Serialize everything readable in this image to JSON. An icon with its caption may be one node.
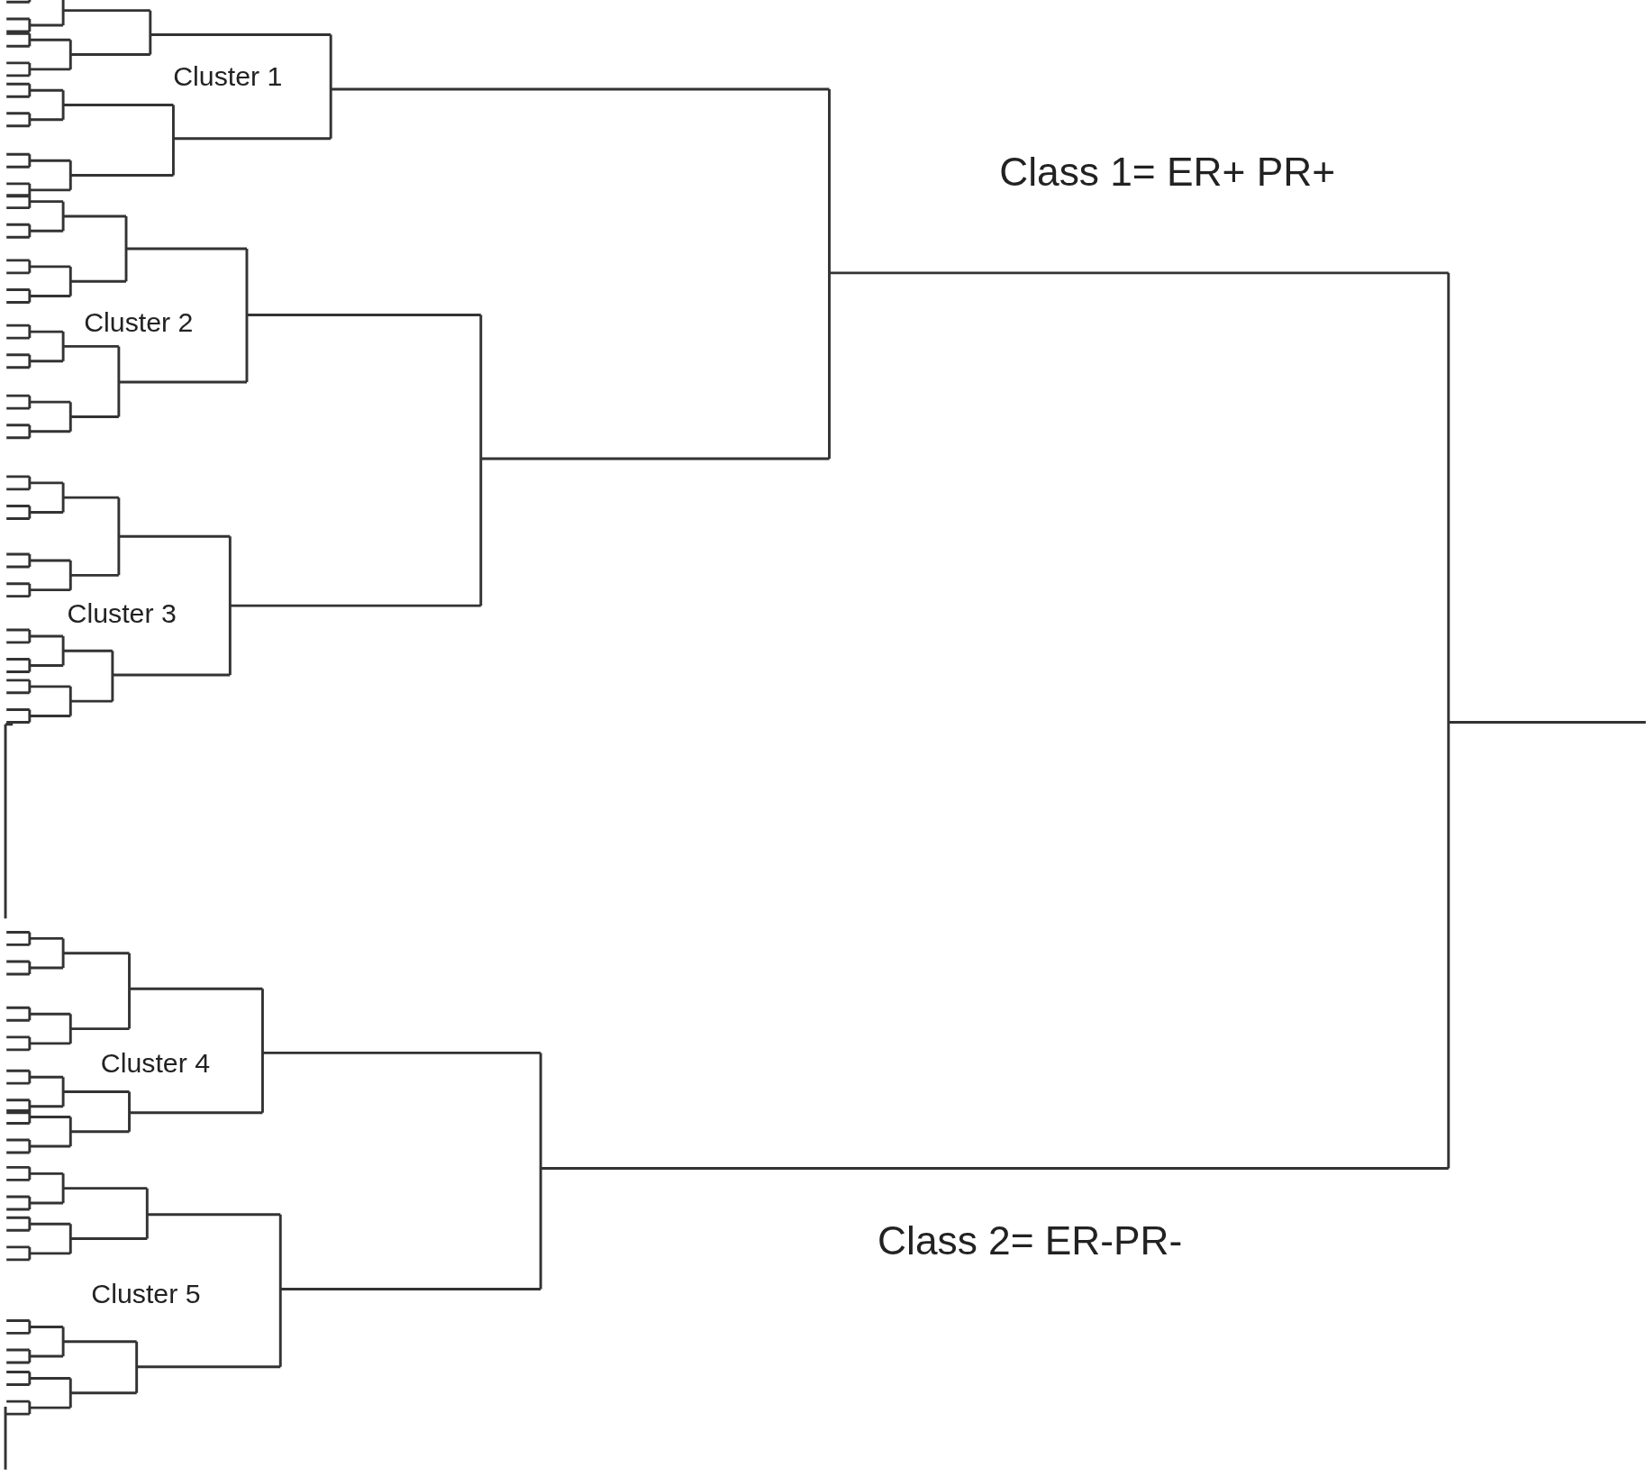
{
  "diagram": {
    "labels": [
      "Cluster 1",
      "Class 1= ER+ PR+",
      "Cluster 2",
      "Cluster 3",
      "Cluster 4",
      "Class 2= ER-PR-",
      "Cluster 5"
    ]
  }
}
